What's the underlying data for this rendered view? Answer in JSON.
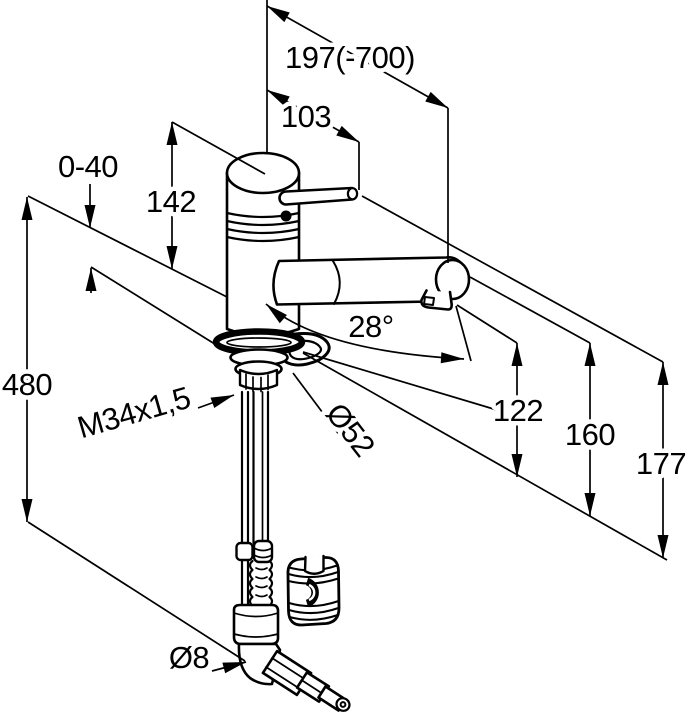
{
  "drawing": {
    "kind": "faucet-installation-dimension-drawing",
    "background_color": "#ffffff",
    "line_color": "#000000",
    "labels": {
      "pullout_hose_reach": "197(-700)",
      "lever_reach": "103",
      "deck_thickness_range": "0-40",
      "body_height": "142",
      "under_deck_length": "480",
      "mounting_thread": "M34x1,5",
      "body_diameter": "Ø52",
      "spout_angle": "28°",
      "spout_outlet_height": "122",
      "spout_height": "160",
      "overall_height": "177",
      "inlet_pipe_diameter": "Ø8"
    }
  }
}
